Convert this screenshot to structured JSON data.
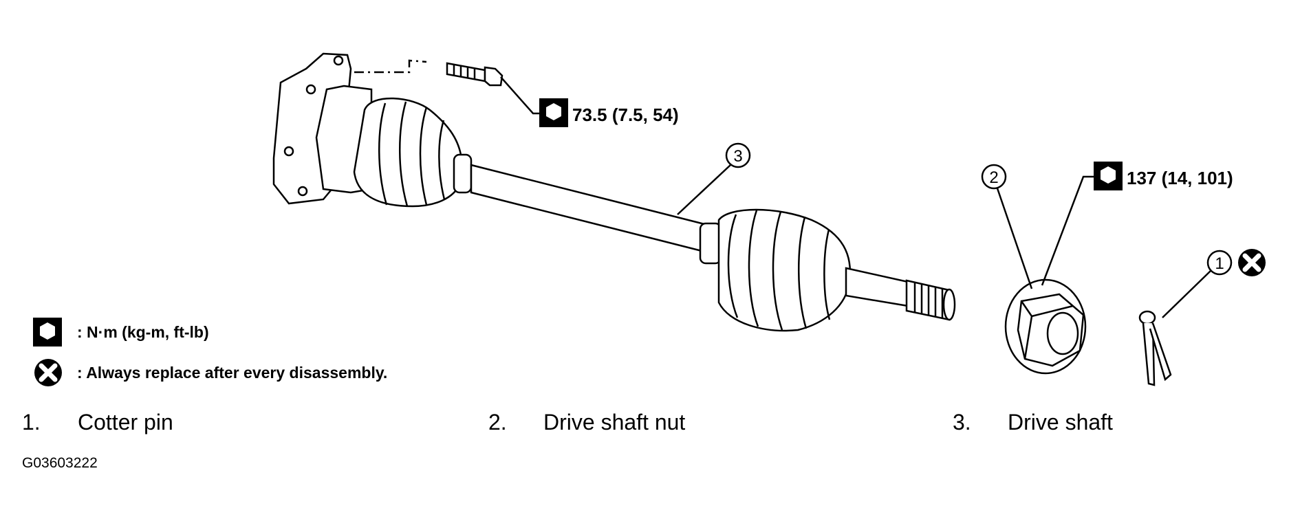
{
  "torques": {
    "bolt": "73.5 (7.5, 54)",
    "nut": "137 (14, 101)"
  },
  "callouts": [
    "3",
    "2",
    "1"
  ],
  "legend": {
    "torque_unit": ": N·m (kg-m, ft-lb)",
    "replace_note": ": Always replace after every disassembly."
  },
  "parts": [
    {
      "num": "1.",
      "name": "Cotter pin"
    },
    {
      "num": "2.",
      "name": "Drive shaft nut"
    },
    {
      "num": "3.",
      "name": "Drive shaft"
    }
  ],
  "figure_id": "G03603222"
}
